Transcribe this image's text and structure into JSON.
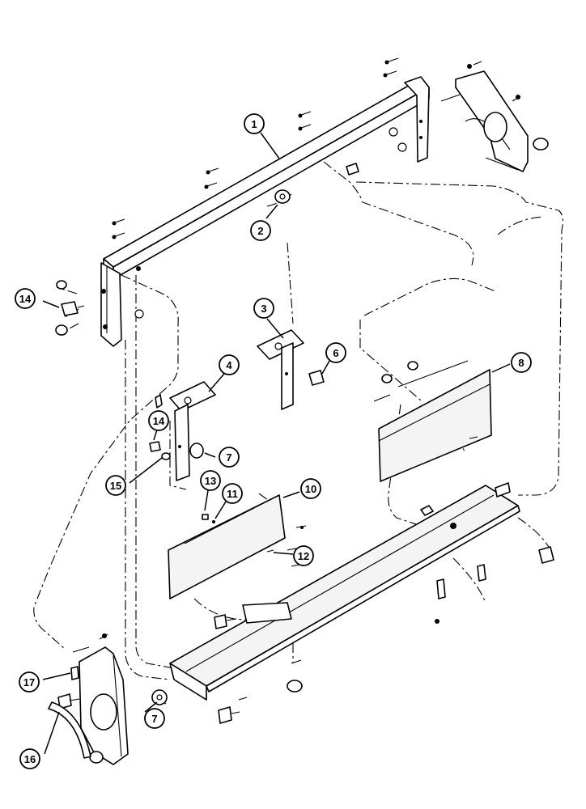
{
  "callouts": [
    {
      "id": "c1",
      "label": "1"
    },
    {
      "id": "c2",
      "label": "2"
    },
    {
      "id": "c3",
      "label": "3"
    },
    {
      "id": "c4",
      "label": "4"
    },
    {
      "id": "c6",
      "label": "6"
    },
    {
      "id": "c7a",
      "label": "7"
    },
    {
      "id": "c7b",
      "label": "7"
    },
    {
      "id": "c8",
      "label": "8"
    },
    {
      "id": "c10",
      "label": "10"
    },
    {
      "id": "c11",
      "label": "11"
    },
    {
      "id": "c12",
      "label": "12"
    },
    {
      "id": "c13",
      "label": "13"
    },
    {
      "id": "c14a",
      "label": "14"
    },
    {
      "id": "c14b",
      "label": "14"
    },
    {
      "id": "c15",
      "label": "15"
    },
    {
      "id": "c16",
      "label": "16"
    },
    {
      "id": "c17",
      "label": "17"
    }
  ],
  "colors": {
    "line": "#000000",
    "background": "#ffffff"
  }
}
